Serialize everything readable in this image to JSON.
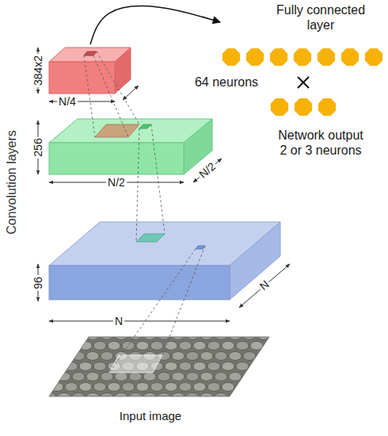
{
  "diagram": {
    "nodes": [
      {
        "text": [
          "384x2",
          "N/4"
        ]
      },
      {
        "text": [
          "Fully connected layer",
          "64 neurons"
        ]
      },
      {
        "text": [
          "Network output 2 or 3 neurons"
        ]
      },
      {
        "text": [
          "256",
          "N/2",
          "N/2"
        ]
      },
      {
        "text": [
          "96",
          "N",
          "N"
        ]
      },
      {
        "text": [
          "Input image"
        ]
      }
    ],
    "edges": [
      {
        "from": 0,
        "to": 1,
        "arrow": "to"
      }
    ],
    "labels": [
      "Convolution layers"
    ]
  }
}
